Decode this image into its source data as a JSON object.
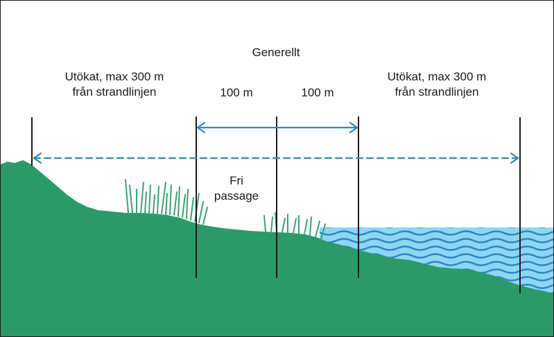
{
  "labels": {
    "general": "Generellt",
    "extended_left": [
      "Utökat, max 300 m",
      "från strandlinjen"
    ],
    "extended_right": [
      "Utökat, max 300 m",
      "från strandlinjen"
    ],
    "zone_left": "100 m",
    "zone_right": "100 m",
    "free_passage": [
      "Fri",
      "passage"
    ]
  },
  "colors": {
    "land": "#2a9a69",
    "grass": "#3aa371",
    "water_light": "#8fd6f2",
    "water_dark": "#2a86c8",
    "arrow": "#2e88c4",
    "marker": "#1a1a1a"
  }
}
